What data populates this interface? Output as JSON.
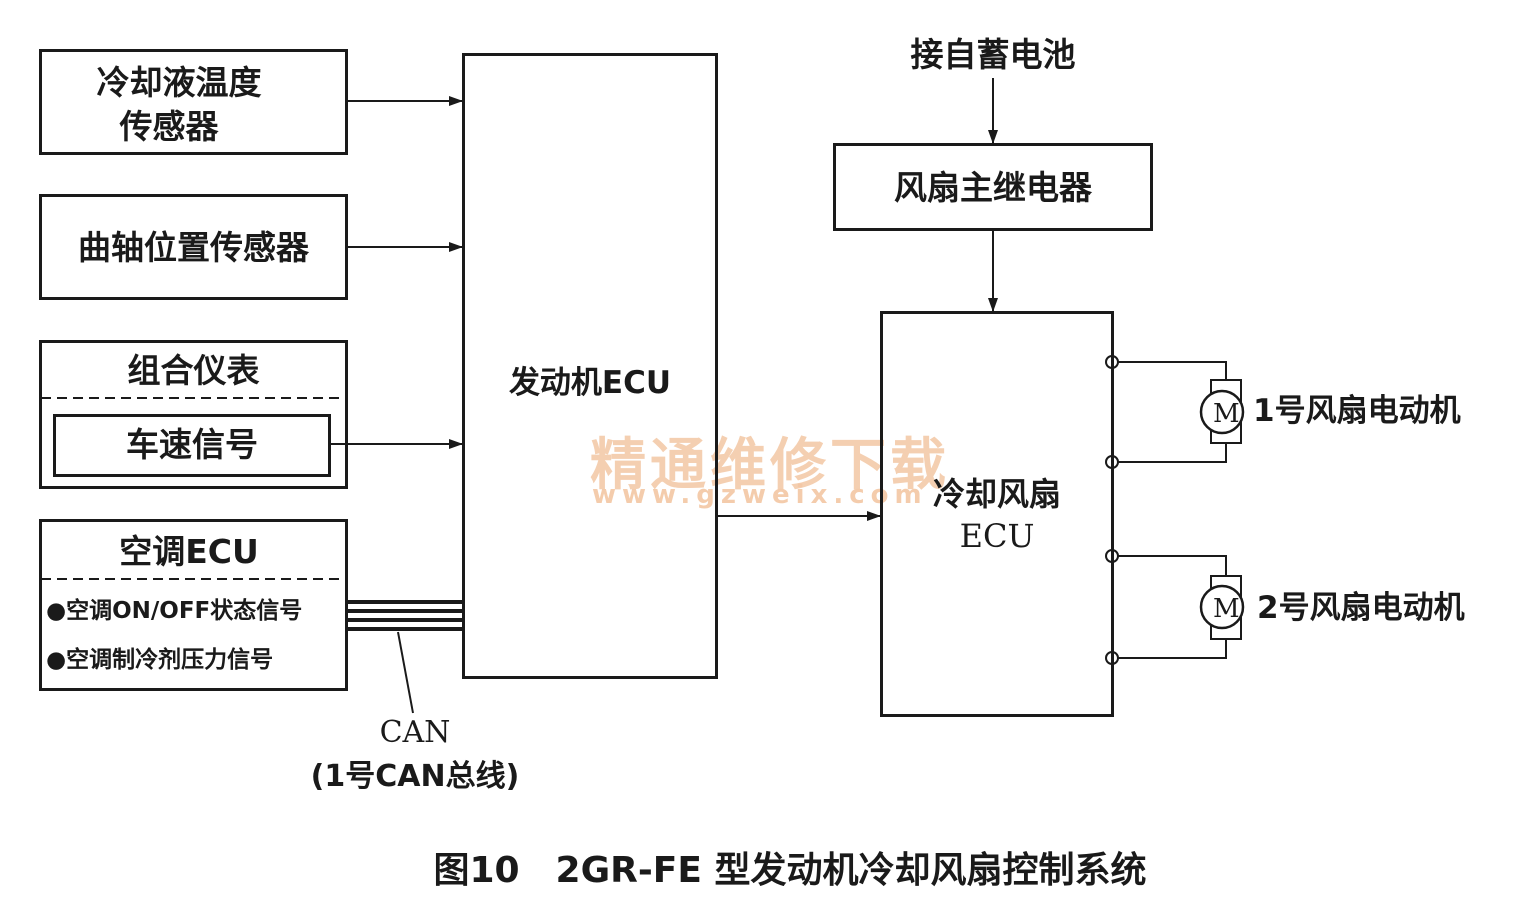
{
  "inputs": {
    "coolant_sensor": "冷却液温度\n传感器",
    "coolant_sensor_line1": "冷却液温度",
    "coolant_sensor_line2": "传感器",
    "crank_sensor": "曲轴位置传感器",
    "combination_meter": "组合仪表",
    "vehicle_speed": "车速信号",
    "ac_ecu": "空调ECU",
    "ac_items": [
      "●空调ON/OFF状态信号",
      "●空调制冷剂压力信号"
    ]
  },
  "engine_ecu": "发动机ECU",
  "can": {
    "label": "CAN",
    "sublabel": "(1号CAN总线)"
  },
  "battery": "接自蓄电池",
  "fan_main_relay": "风扇主继电器",
  "cooling_fan_ecu": {
    "line1": "冷却风扇",
    "line2": "ECU"
  },
  "motors": [
    {
      "symbol": "M",
      "label": "1号风扇电动机"
    },
    {
      "symbol": "M",
      "label": "2号风扇电动机"
    }
  ],
  "caption": "图10　2GR-FE 型发动机冷却风扇控制系统",
  "watermark": {
    "text": "精通维修下载",
    "url": "www.gzweix.com"
  }
}
